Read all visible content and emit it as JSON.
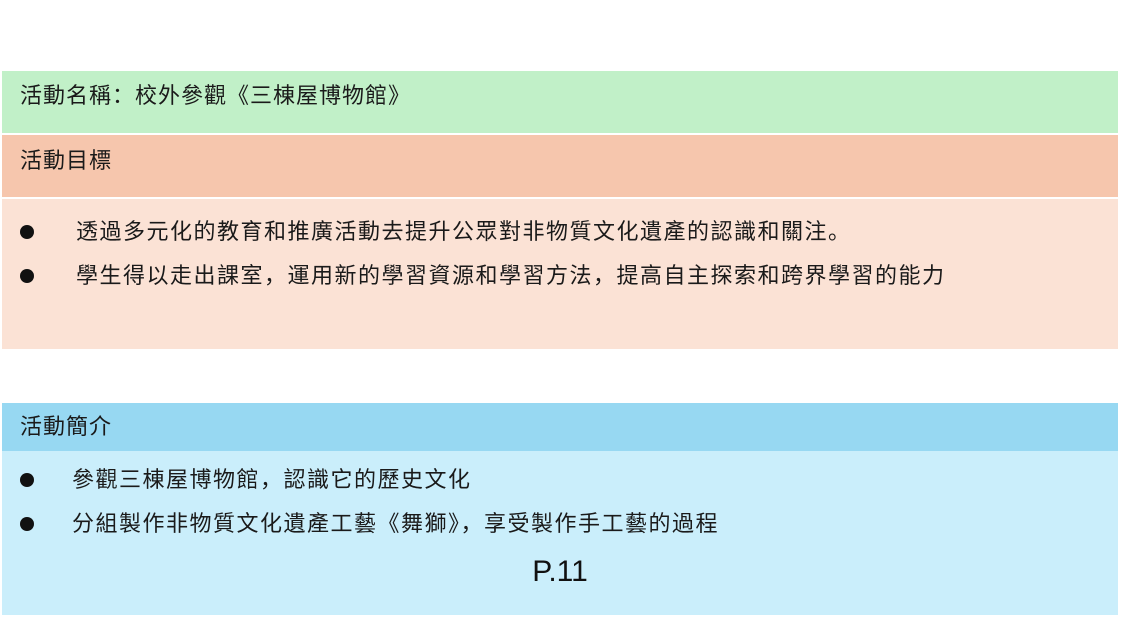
{
  "activity": {
    "title": "活動名稱：校外參觀《三棟屋博物館》"
  },
  "goals": {
    "heading": "活動目標",
    "items": [
      "透過多元化的教育和推廣活動去提升公眾對非物質文化遺產的認識和關注。",
      "學生得以走出課室，運用新的學習資源和學習方法，提高自主探索和跨界學習的能力"
    ]
  },
  "intro": {
    "heading": "活動簡介",
    "items": [
      "參觀三棟屋博物館，認識它的歷史文化",
      "分組製作非物質文化遺產工藝《舞獅》，享受製作手工藝的過程"
    ]
  },
  "page": {
    "number": "P.11"
  },
  "colors": {
    "title_bg": "#c1f0c8",
    "goal_head_bg": "#f6c6ad",
    "goal_body_bg": "#fbe2d5",
    "intro_head_bg": "#97d8f2",
    "intro_body_bg": "#caeefb"
  }
}
